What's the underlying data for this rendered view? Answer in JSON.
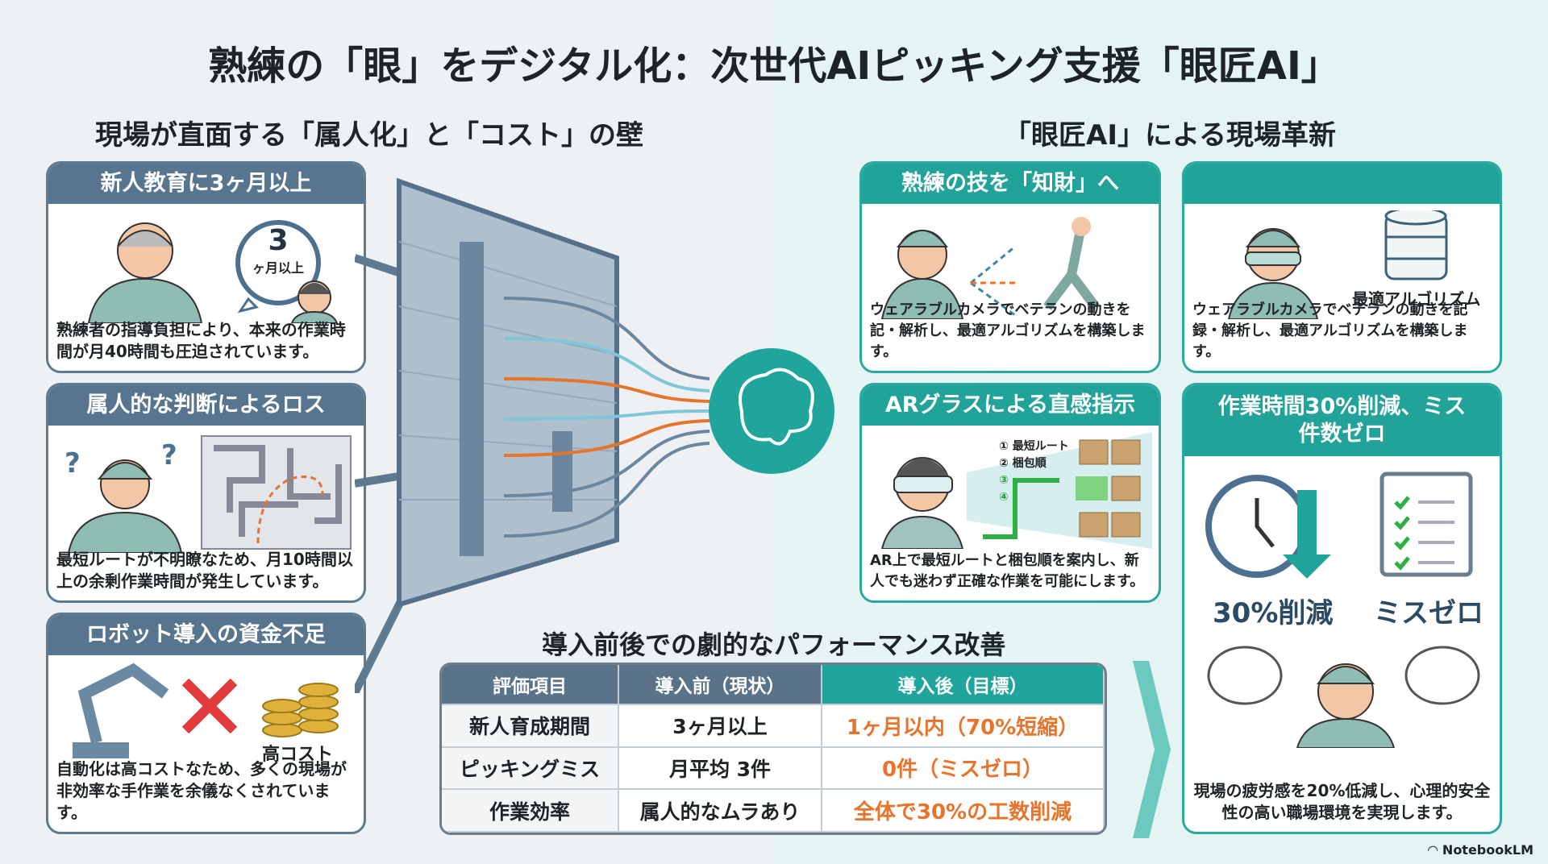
{
  "title": "熟練の「眼」をデジタル化：次世代AIピッキング支援「眼匠AI」",
  "left": {
    "heading": "現場が直面する「属人化」と「コスト」の壁",
    "cards": [
      {
        "title": "新人教育に3ヶ月以上",
        "clock_number": "3",
        "clock_label": "ヶ月以上",
        "text": "熟練者の指導負担により、本来の作業時間が月40時間も圧迫されています。"
      },
      {
        "title": "属人的な判断によるロス",
        "text": "最短ルートが不明瞭なため、月10時間以上の余剰作業時間が発生しています。"
      },
      {
        "title": "ロボット導入の資金不足",
        "cost_label": "高コスト",
        "text": "自動化は高コストなため、多くの現場が非効率な手作業を余儀なくされています。"
      }
    ]
  },
  "right": {
    "heading": "「眼匠AI」による現場革新",
    "cards": [
      {
        "title": "熟練の技を「知財」へ",
        "text": "ウェアラブルカメラでベテランの動きを記・解析し、最適アルゴリズムを構築します。"
      },
      {
        "title": "",
        "algo_label": "最適アルゴリズム",
        "text": "ウェアラブルカメラでベテランの動きを記録・解析し、最適アルゴリズムを構築します。"
      },
      {
        "title": "ARグラスによる直感指示",
        "ar_steps": [
          "① 最短ルート",
          "② 梱包順",
          "③",
          "④"
        ],
        "text": "AR上で最短ルートと梱包順を案内し、新人でも迷わず正確な作業を可能にします。"
      },
      {
        "title": "作業時間30%削減、ミス件数ゼロ",
        "label_time": "30%削減",
        "label_miss": "ミスゼロ",
        "text": "現場の疲労感を20%低減し、心理的安全性の高い職場環境を実現します。"
      }
    ]
  },
  "table": {
    "heading": "導入前後での劇的なパフォーマンス改善",
    "headers": [
      "評価項目",
      "導入前（現状）",
      "導入後（目標）"
    ],
    "rows": [
      [
        "新人育成期間",
        "3ヶ月以上",
        "1ヶ月以内（70%短縮）"
      ],
      [
        "ピッキングミス",
        "月平均 3件",
        "0件（ミスゼロ）"
      ],
      [
        "作業効率",
        "属人的なムラあり",
        "全体で30%の工数削減"
      ]
    ]
  },
  "footer": {
    "brand": "NotebookLM"
  }
}
